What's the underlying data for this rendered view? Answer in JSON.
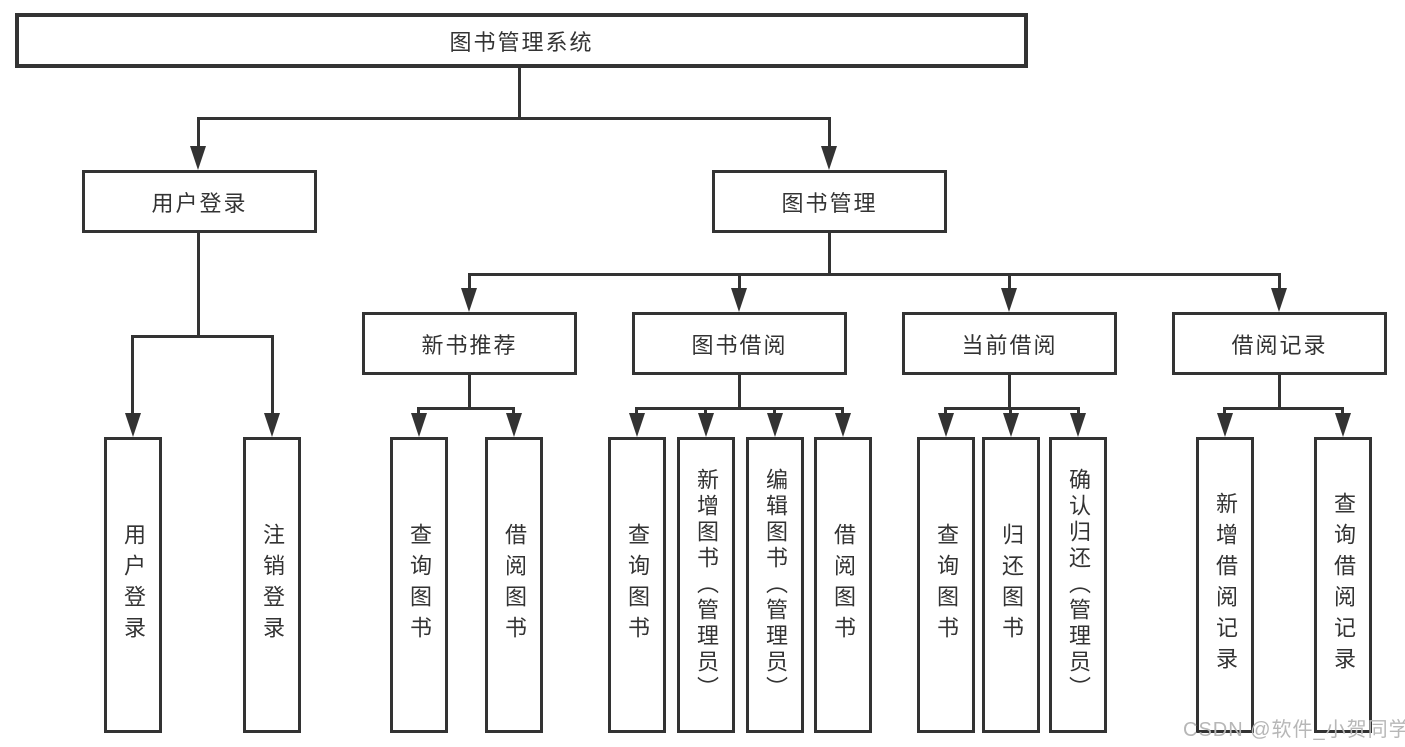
{
  "tree": {
    "root": "图书管理系统",
    "level2": [
      "用户登录",
      "图书管理"
    ],
    "level3": [
      "新书推荐",
      "图书借阅",
      "当前借阅",
      "借阅记录"
    ],
    "leaves": {
      "user_login": [
        "用户登录",
        "注销登录"
      ],
      "new_book_recommend": [
        "查询图书",
        "借阅图书"
      ],
      "book_borrow": [
        "查询图书",
        "新增图书（管理员）",
        "编辑图书（管理员）",
        "借阅图书"
      ],
      "current_borrow": [
        "查询图书",
        "归还图书",
        "确认归还（管理员）"
      ],
      "borrow_records": [
        "新增借阅记录",
        "查询借阅记录"
      ]
    }
  },
  "watermark": "CSDN @软件_小贺同学",
  "colors": {
    "line": "#333333",
    "text": "#333333",
    "background": "#ffffff",
    "watermark": "#b7b7b7"
  }
}
